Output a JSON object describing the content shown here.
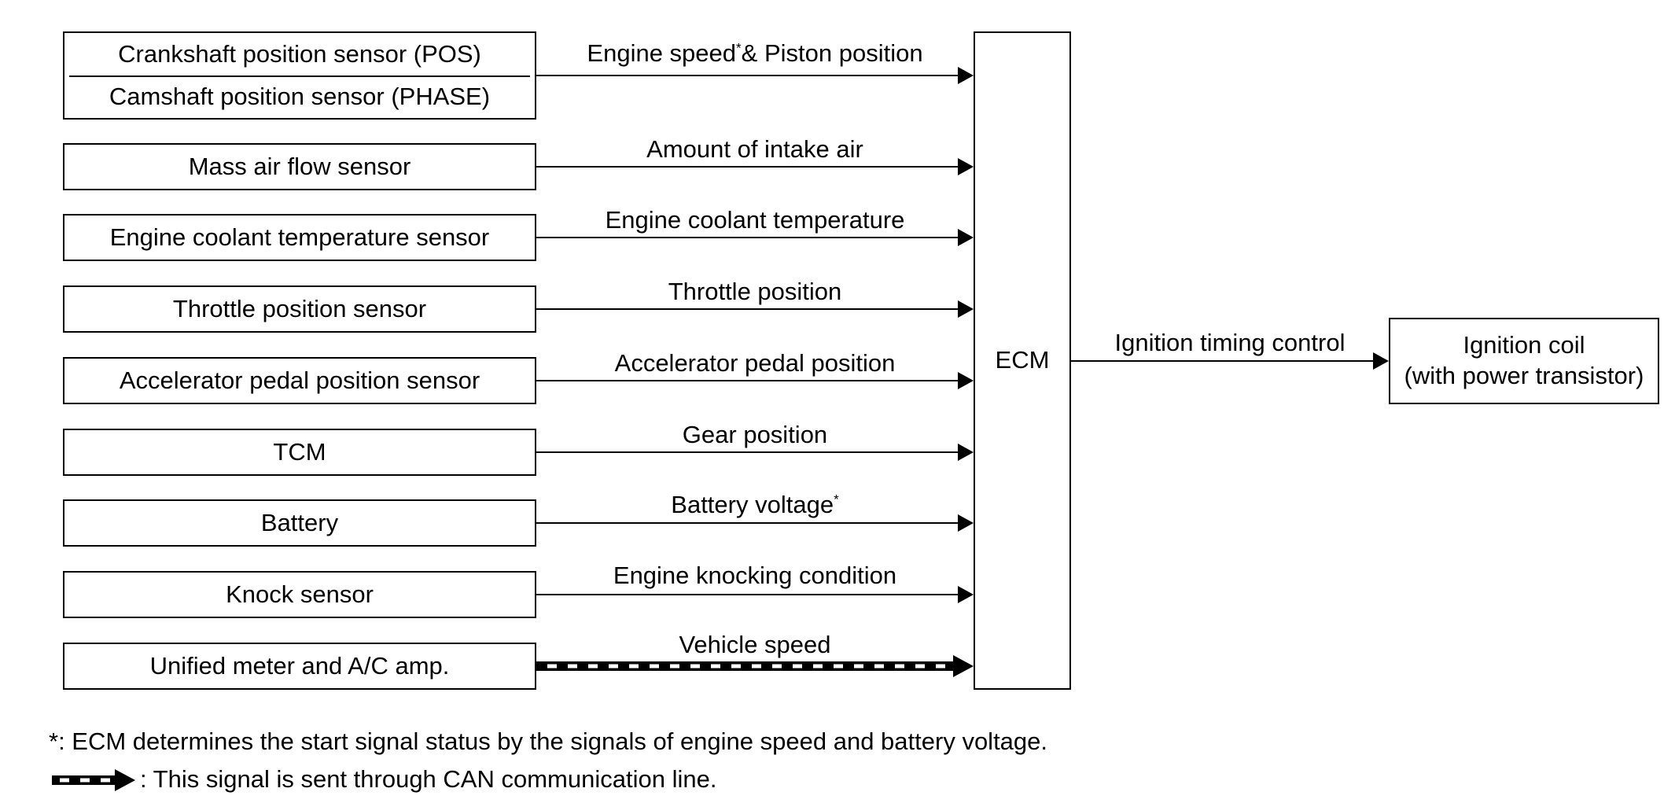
{
  "inputs": [
    {
      "top": "Crankshaft position sensor (POS)",
      "bottom": "Camshaft position sensor (PHASE)",
      "signal": "Engine speed",
      "signal_mark": "*",
      "signal_suffix": "& Piston position",
      "can": false
    },
    {
      "name": "Mass air flow sensor",
      "signal": "Amount of intake air",
      "can": false
    },
    {
      "name": "Engine coolant temperature sensor",
      "signal": "Engine coolant temperature",
      "can": false
    },
    {
      "name": "Throttle position sensor",
      "signal": "Throttle position",
      "can": false
    },
    {
      "name": "Accelerator pedal position sensor",
      "signal": "Accelerator pedal position",
      "can": false
    },
    {
      "name": "TCM",
      "signal": "Gear position",
      "can": false
    },
    {
      "name": "Battery",
      "signal": "Battery voltage",
      "signal_mark": "*",
      "can": false
    },
    {
      "name": "Knock sensor",
      "signal": "Engine knocking condition",
      "can": false
    },
    {
      "name": "Unified meter and A/C amp.",
      "signal": "Vehicle speed",
      "can": true
    }
  ],
  "ecm": {
    "label": "ECM"
  },
  "output": {
    "signal": "Ignition timing control",
    "line1": "Ignition coil",
    "line2": "(with power transistor)"
  },
  "notes": {
    "asterisk_mark": "*",
    "asterisk": ": ECM determines the start signal status by the signals of engine speed and battery voltage.",
    "can": ": This signal is sent through CAN communication line."
  }
}
